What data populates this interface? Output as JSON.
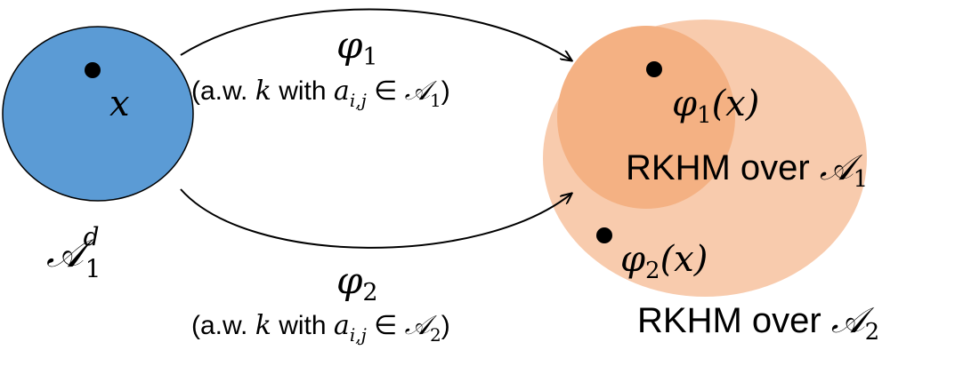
{
  "colors": {
    "domain_fill": "#5b9bd5",
    "outer_ellipse_fill": "#f8cbad",
    "inner_circle_fill": "#f4b183",
    "arrow_stroke": "#000000"
  },
  "domain": {
    "symbol": "𝒜",
    "subscript": "1",
    "superscript": "d",
    "point_label": "x"
  },
  "arrow_top": {
    "map_symbol": "φ",
    "map_subscript": "1",
    "note_prefix": "(a.w. ",
    "note_k": "k",
    "note_mid": " with ",
    "note_a": "a",
    "note_a_sub": "i,j",
    "note_in": " ∈ ",
    "note_A": "𝒜",
    "note_A_sub": "1",
    "note_suffix": ")"
  },
  "arrow_bottom": {
    "map_symbol": "φ",
    "map_subscript": "2",
    "note_prefix": "(a.w. ",
    "note_k": "k",
    "note_mid": " with ",
    "note_a": "a",
    "note_a_sub": "i,j",
    "note_in": " ∈ ",
    "note_A": "𝒜",
    "note_A_sub": "2",
    "note_suffix": ")"
  },
  "image1": {
    "symbol": "φ",
    "subscript": "1",
    "arg": "(x)"
  },
  "image2": {
    "symbol": "φ",
    "subscript": "2",
    "arg": "(x)"
  },
  "space1": {
    "text": "RKHM over ",
    "symbol": "𝒜",
    "subscript": "1"
  },
  "space2": {
    "text": "RKHM over ",
    "symbol": "𝒜",
    "subscript": "2"
  }
}
